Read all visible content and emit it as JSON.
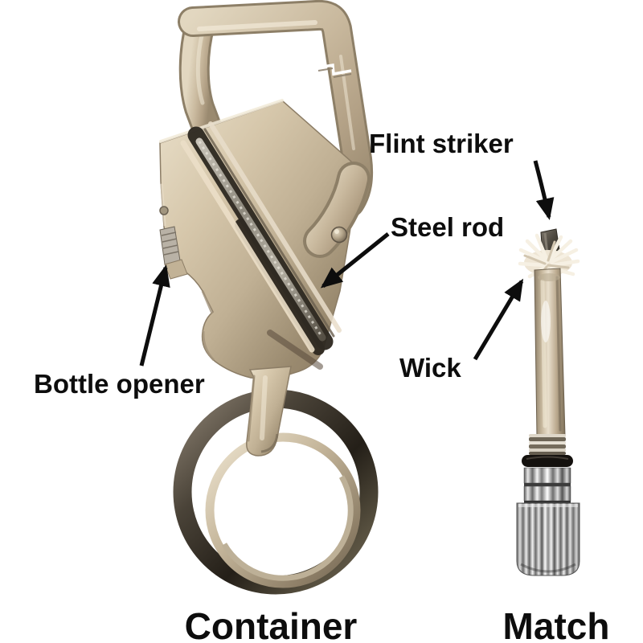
{
  "palette": {
    "background": "#ffffff",
    "label_text": "#0d0d0d",
    "arrow": "#0d0d0d",
    "metal_champagne": "#cbbb9f",
    "metal_highlight": "#f2ead8",
    "metal_shadow": "#8d7f67",
    "groove_dark": "#2f2a22",
    "steel_rod_strip": "#aaa497",
    "ring_outer_dark": "#3a342b",
    "ring_inner_light": "#c6b79c",
    "chrome": "#d8d8d8",
    "o_ring_black": "#14110e",
    "wick_white": "#f6f0e3",
    "flint_gray": "#4b463d"
  },
  "annotations": {
    "flint_striker": "Flint striker",
    "steel_rod": "Steel rod",
    "wick": "Wick",
    "bottle_opener": "Bottle opener"
  },
  "captions": {
    "container": "Container",
    "match": "Match"
  }
}
